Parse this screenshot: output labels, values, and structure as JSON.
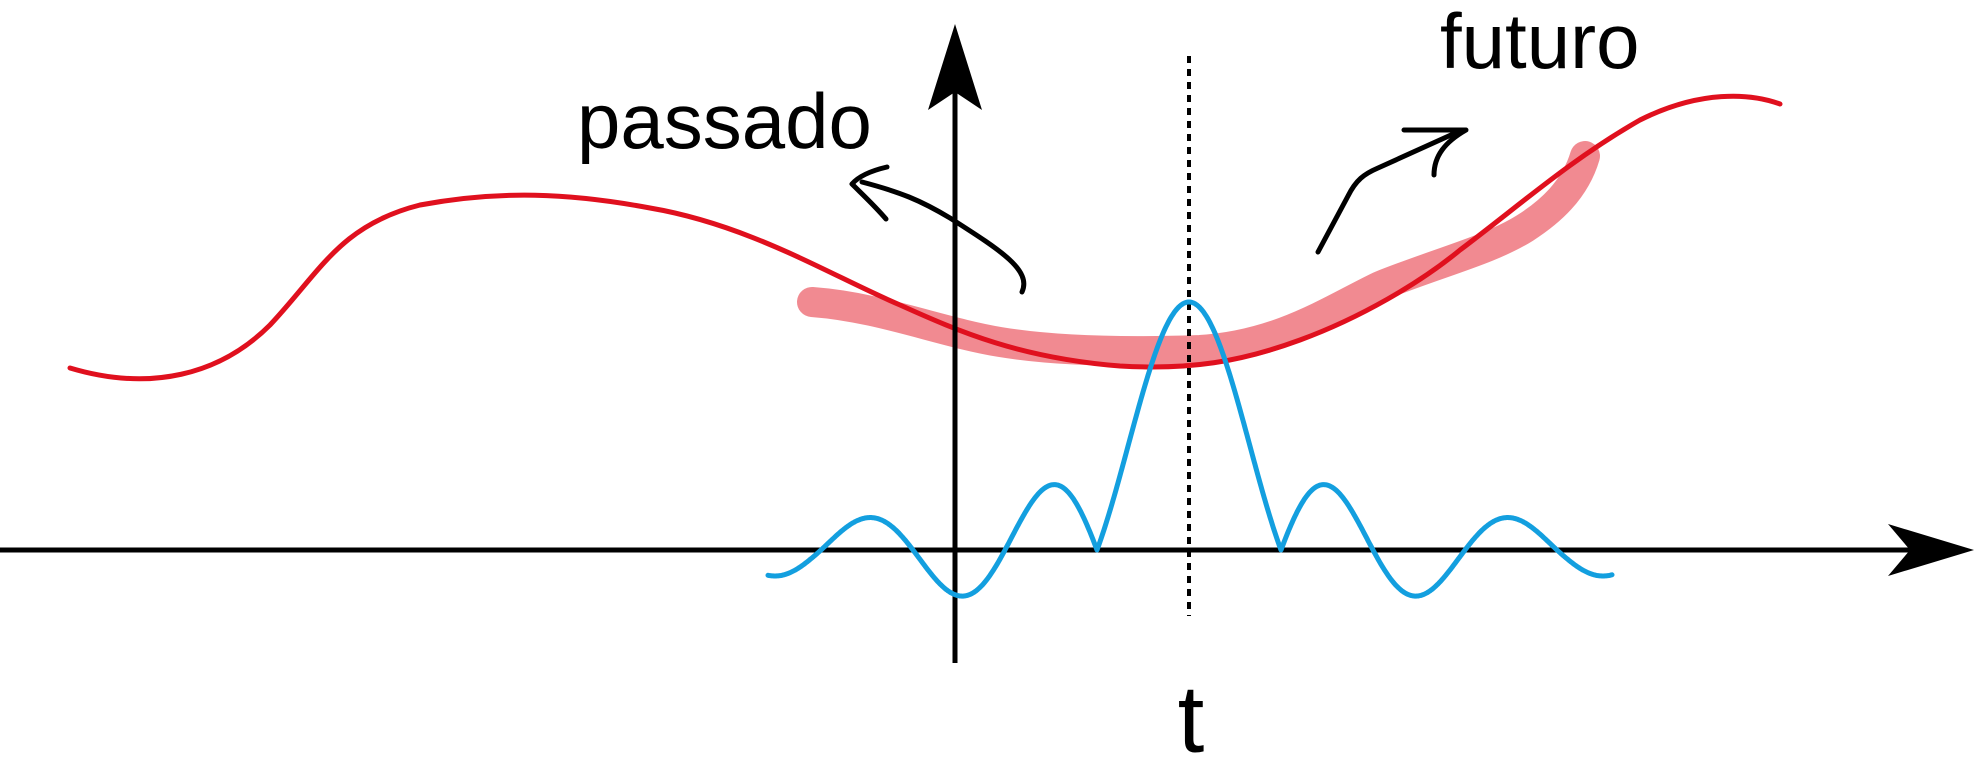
{
  "labels": {
    "past": "passado",
    "future": "futuro",
    "time": "t"
  },
  "colors": {
    "signal": "#e0101e",
    "highlight": "#ef7d85",
    "kernel": "#139fdf",
    "axes": "#000000"
  }
}
